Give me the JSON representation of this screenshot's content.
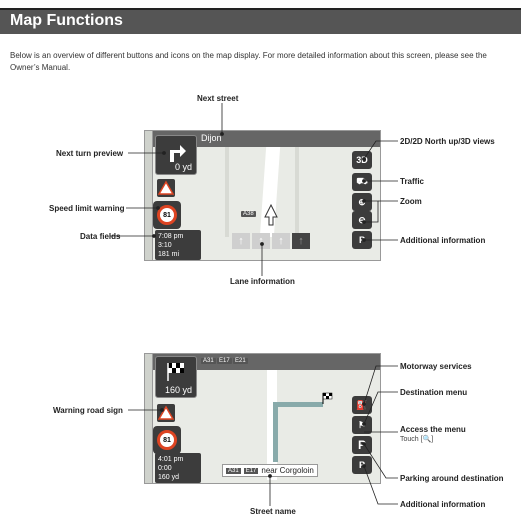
{
  "header": {
    "title": "Map Functions"
  },
  "intro": "Below is an overview of different buttons and icons on the map display. For more detailed information about this screen, please see the Owner’s Manual.",
  "map1": {
    "street_top": "Dijon",
    "distance": "0 yd",
    "speed_limit": "81",
    "data_fields": [
      "7:08 pm",
      "3:10",
      "181 mi"
    ],
    "road_badge": "A38",
    "view_button": "3D",
    "labels": {
      "next_street": "Next street",
      "next_turn_preview": "Next turn preview",
      "speed_limit_warning": "Speed limit warning",
      "data_fields": "Data fields",
      "lane_information": "Lane information",
      "views": "2D/2D North up/3D views",
      "traffic": "Traffic",
      "zoom": "Zoom",
      "additional_information": "Additional information"
    }
  },
  "map2": {
    "road_badges": [
      "A31",
      "E17",
      "E21"
    ],
    "distance": "160 yd",
    "speed_limit": "81",
    "data_fields": [
      "4:01 pm",
      "0:00",
      "160 yd"
    ],
    "street_name": {
      "badges": [
        "A31",
        "E17"
      ],
      "text": "near Corgoloin"
    },
    "parking_button": "P",
    "labels": {
      "warning_road_sign": "Warning road sign",
      "motorway_services": "Motorway services",
      "destination_menu": "Destination menu",
      "access_the_menu": "Access the menu",
      "access_the_menu_sub": "Touch [",
      "parking_around_destination": "Parking around destination",
      "additional_information": "Additional information",
      "street_name": "Street name"
    }
  }
}
